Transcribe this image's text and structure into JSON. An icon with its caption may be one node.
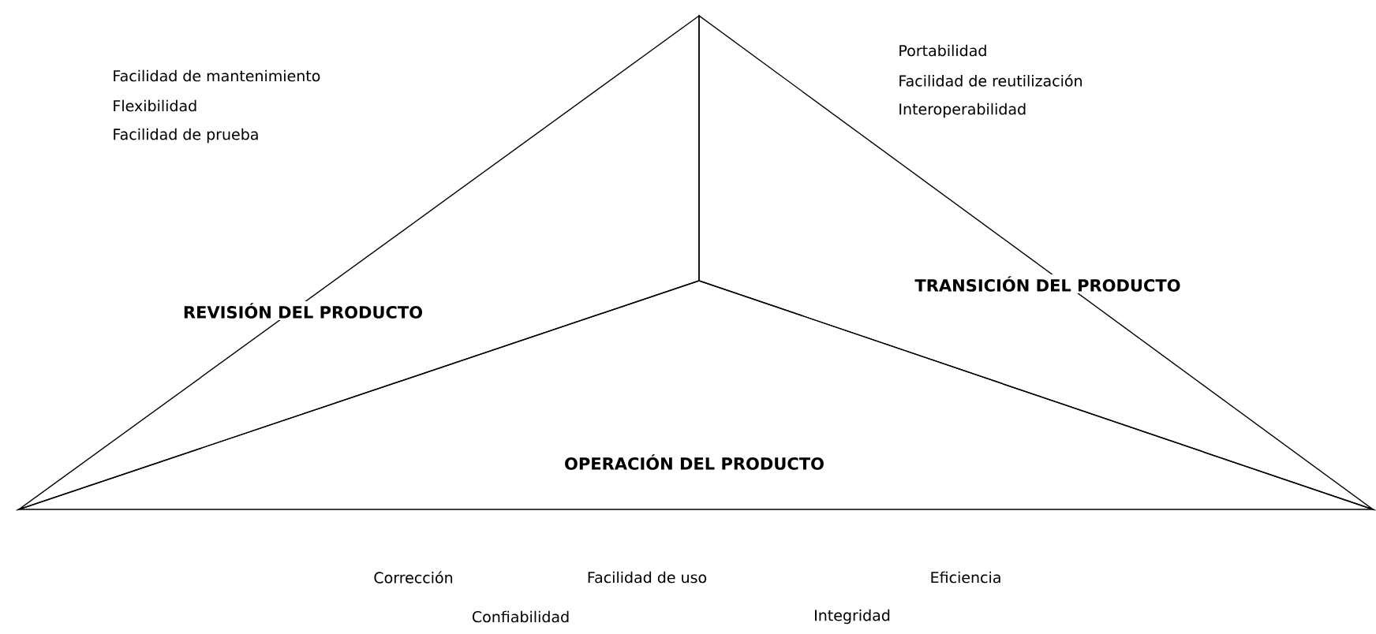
{
  "diagram": {
    "nodes": [
      {
        "text": [
          "REVISIÓN DEL PRODUCTO"
        ],
        "beside": [
          "Facilidad de mantenimiento",
          "Flexibilidad",
          "Facilidad de prueba"
        ]
      },
      {
        "text": [
          "TRANSICIÓN DEL PRODUCTO"
        ],
        "beside": [
          "Portabilidad",
          "Facilidad de reutilización",
          "Interoperabilidad"
        ]
      },
      {
        "text": [
          "OPERACIÓN DEL PRODUCTO"
        ],
        "beside": [
          "Corrección",
          "Facilidad de uso",
          "Eficiencia",
          "Confiabilidad",
          "Integridad"
        ]
      }
    ]
  }
}
